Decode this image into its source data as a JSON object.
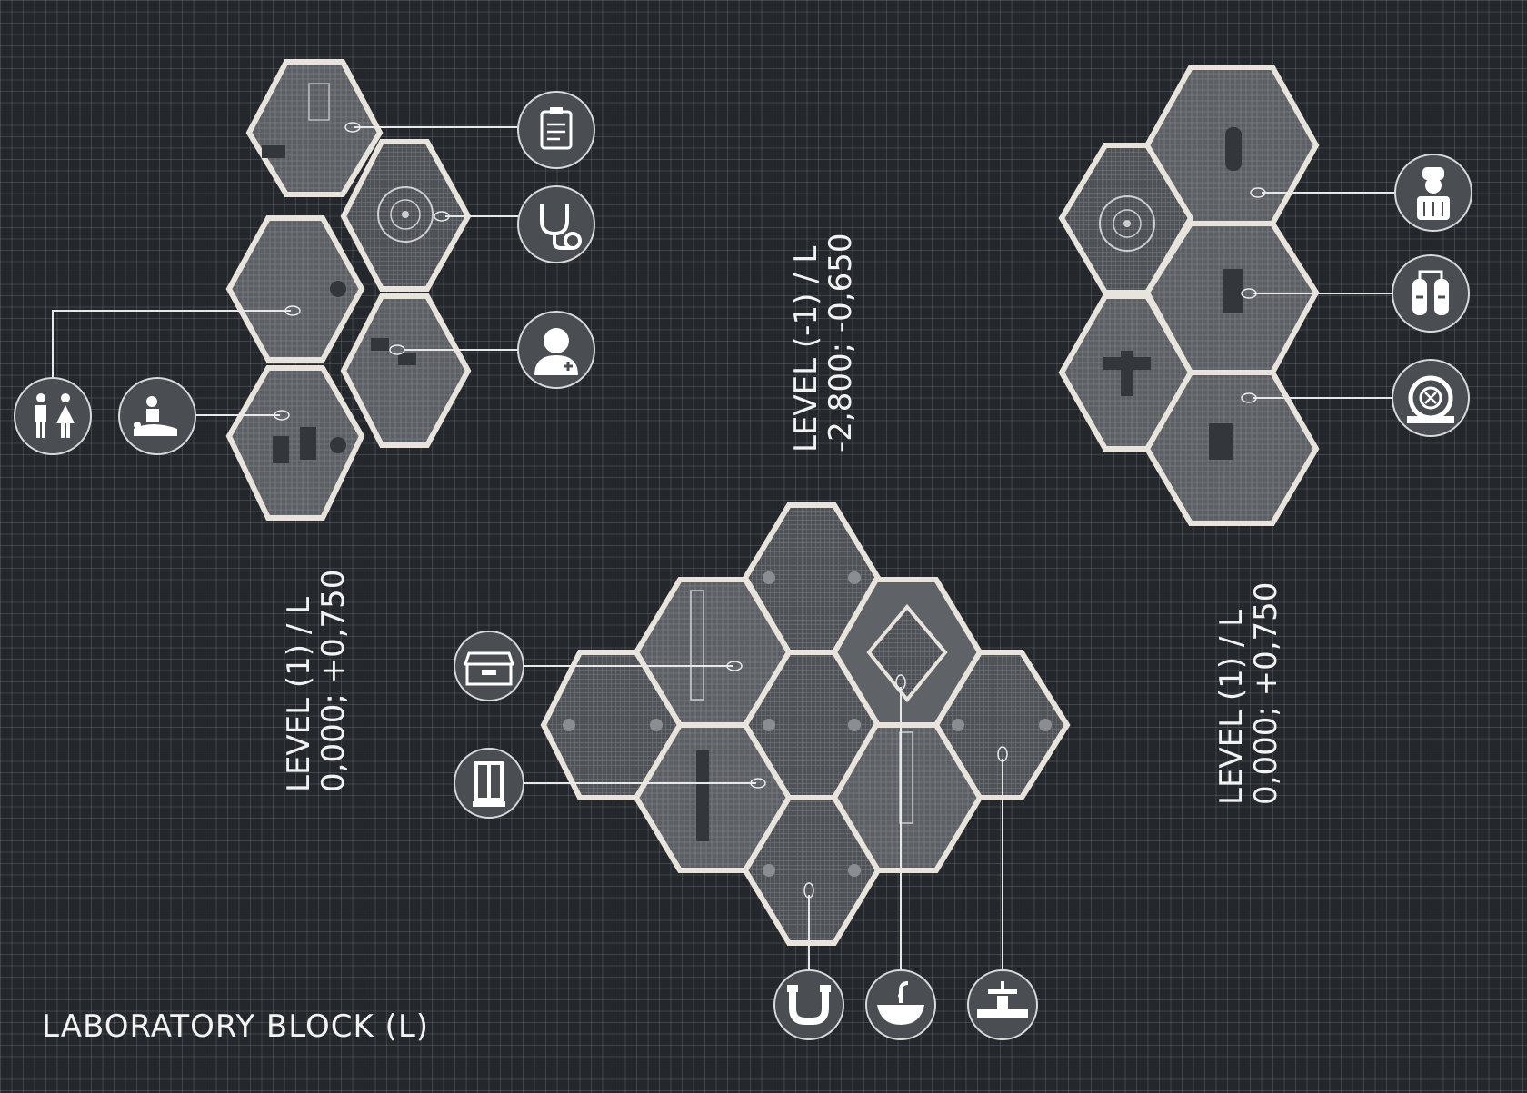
{
  "title": "LABORATORY BLOCK (L)",
  "levels": {
    "left": {
      "line1": "LEVEL (1) / L",
      "line2": "0,000; +0,750"
    },
    "center": {
      "line1": "LEVEL (-1) / L",
      "line2": "-2,800; -0,650"
    },
    "right": {
      "line1": "LEVEL (1) / L",
      "line2": "0,000; +0,750"
    }
  },
  "icons": {
    "left_plan": [
      "clipboard-icon",
      "stethoscope-icon",
      "doctor-icon",
      "restroom-icon",
      "patient-care-icon"
    ],
    "right_plan": [
      "diver-icon",
      "oxygen-tanks-icon",
      "diving-helmet-icon"
    ],
    "bottom_plan": [
      "storage-box-icon",
      "locker-icon",
      "pipe-icon",
      "sink-icon",
      "valve-icon"
    ]
  },
  "colors": {
    "background": "#24272b",
    "grid": "#787d84",
    "wall": "#e8e4dc",
    "room_fill": "#55585d",
    "icon_circle": "#4a4d52",
    "icon_fg": "#ffffff"
  }
}
